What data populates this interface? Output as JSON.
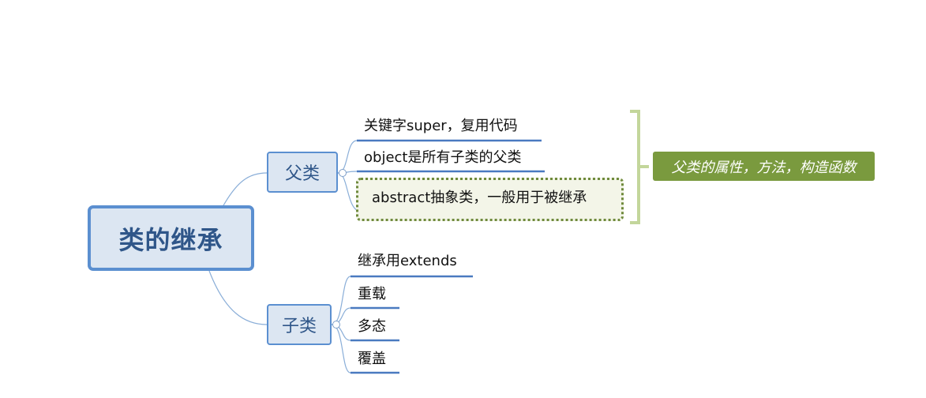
{
  "root": {
    "label": "类的继承"
  },
  "branches": [
    {
      "label": "父类",
      "children": [
        "关键字super，复用代码",
        "object是所有子类的父类",
        "abstract抽象类，一般用于被继承"
      ],
      "summary": "父类的属性，方法，构造函数"
    },
    {
      "label": "子类",
      "children": [
        "继承用extends",
        "重载",
        "多态",
        "覆盖"
      ]
    }
  ],
  "colors": {
    "node_border": "#5b8fd0",
    "node_fill": "#dce6f2",
    "node_text": "#2f5689",
    "underline": "#4a7ac0",
    "connector": "#8aaed8",
    "highlight_border": "#6f8a3c",
    "highlight_fill": "#f3f5e8",
    "summary_fill": "#7a9a3e",
    "bracket": "#c3d69b"
  }
}
